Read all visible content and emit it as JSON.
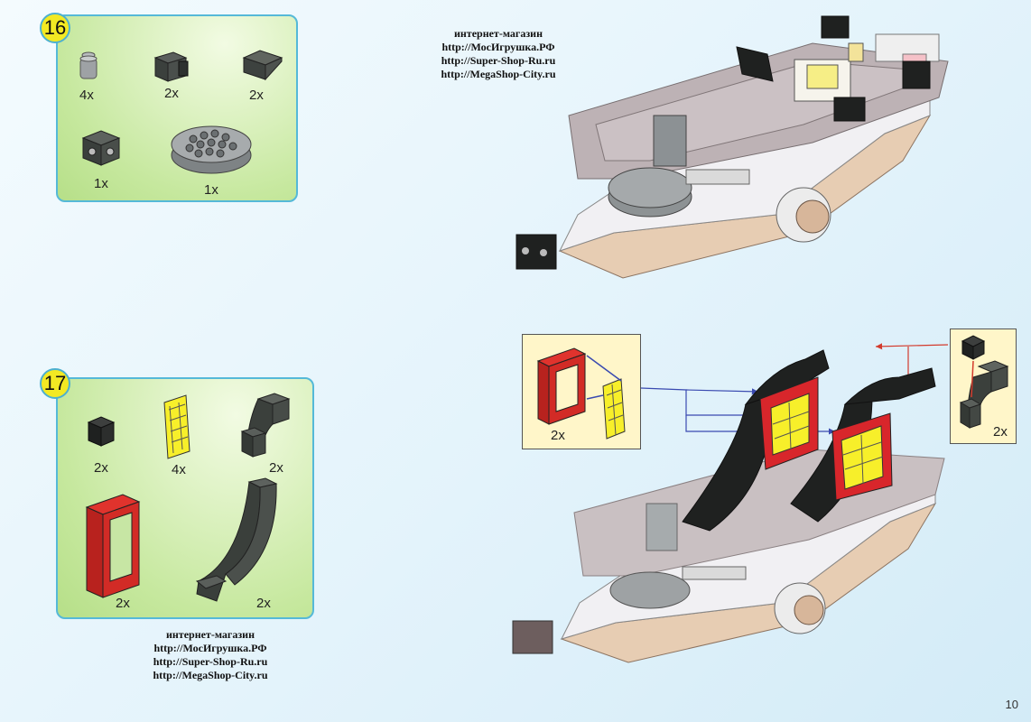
{
  "steps": [
    {
      "number": "16",
      "quantities": [
        "4x",
        "2x",
        "2x",
        "1x",
        "1x"
      ]
    },
    {
      "number": "17",
      "quantities": [
        "2x",
        "4x",
        "2x",
        "2x",
        "2x"
      ]
    }
  ],
  "shop_top": {
    "line1": "интернет-магазин",
    "line2": "http://МосИгрушка.РФ",
    "line3": "http://Super-Shop-Ru.ru",
    "line4": "http://MegaShop-City.ru"
  },
  "shop_bottom": {
    "line1": "интернет-магазин",
    "line2": "http://МосИгрушка.РФ",
    "line3": "http://Super-Shop-Ru.ru",
    "line4": "http://MegaShop-City.ru"
  },
  "callouts": {
    "left_qty": "2x",
    "right_qty": "2x"
  },
  "page_number": "10",
  "colors": {
    "panel_border": "#55b9d8",
    "badge": "#f3e923",
    "arrow_red": "#d33a2c",
    "arrow_blue": "#3a4ab0"
  }
}
